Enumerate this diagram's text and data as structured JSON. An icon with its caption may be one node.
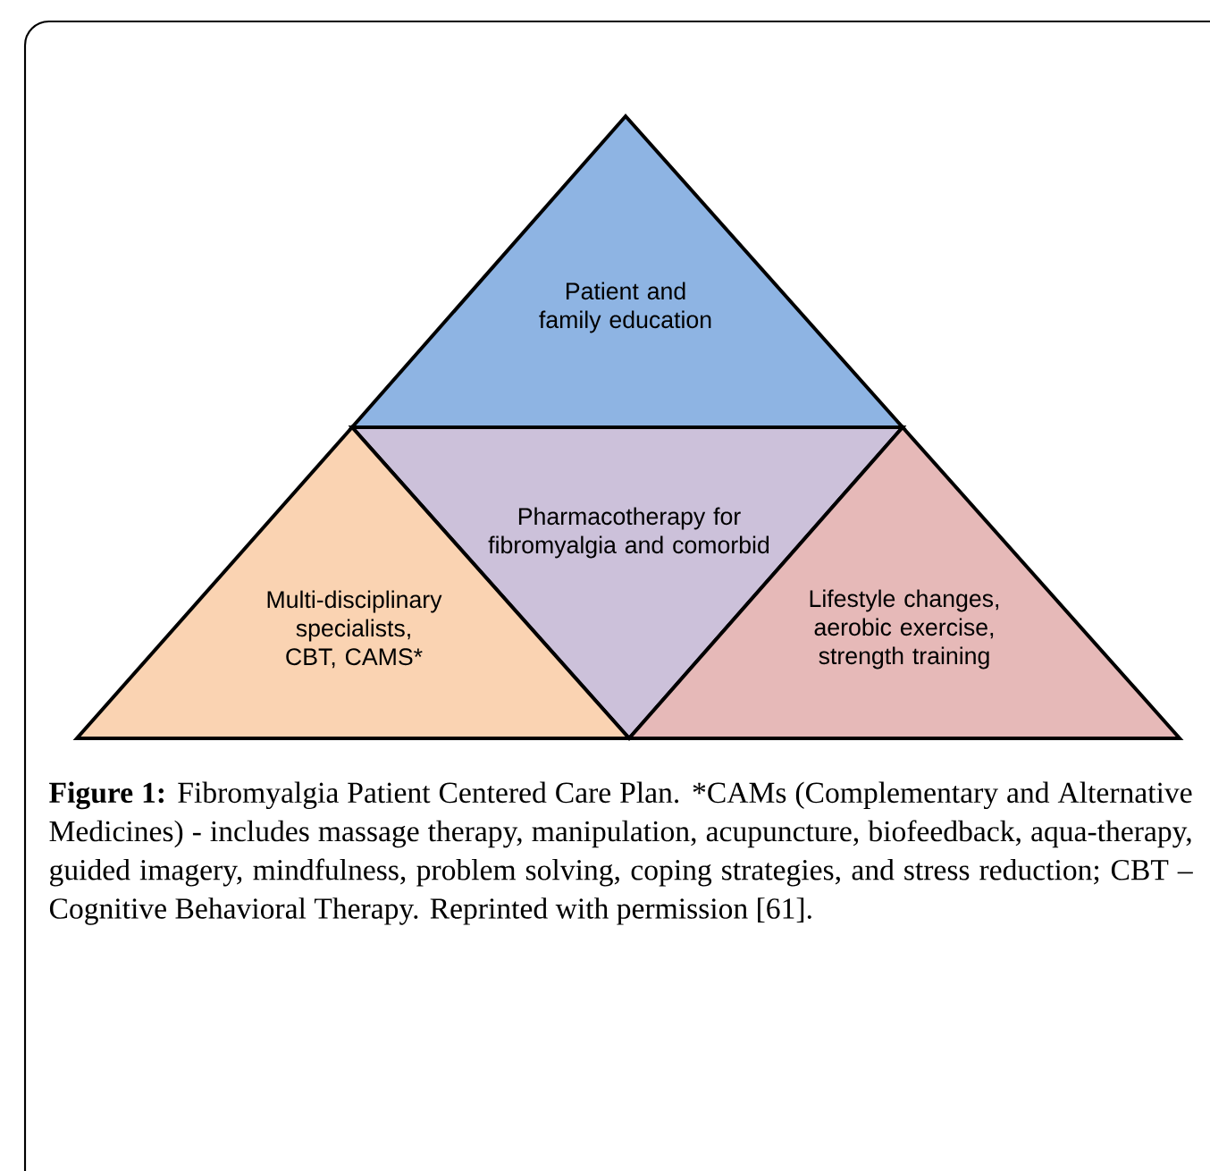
{
  "diagram": {
    "caption": "**Figure 1:** Fibromyalgia Patient Centered Care Plan. *CAMs (Complementary and Alternative Medicines) - includes massage therapy, manipulation, acupuncture, biofeedback, aqua-therapy, guided imagery, mindfulness, problem solving, coping strategies, and stress reduction; CBT – Cognitive Behavioral Therapy. Reprinted with permission [61].",
    "nodes": [
      {
        "text": [
          "Patient and family education"
        ]
      },
      {
        "text": [
          "Pharmacotherapy for fibromyalgia and comorbid"
        ]
      },
      {
        "text": [
          "Multi-disciplinary specialists, CBT, CAMS*"
        ]
      },
      {
        "text": [
          "Lifestyle changes, aerobic exercise, strength training"
        ]
      }
    ]
  }
}
